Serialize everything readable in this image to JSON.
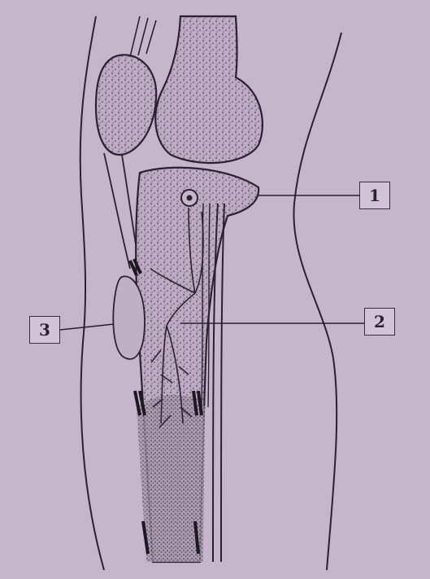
{
  "labels": [
    {
      "id": "1",
      "text": "1"
    },
    {
      "id": "2",
      "text": "2"
    },
    {
      "id": "3",
      "text": "3"
    }
  ],
  "colors": {
    "background": "#c5b6cc",
    "ink": "#2b2230",
    "bone_fill": "#bba9c2"
  }
}
